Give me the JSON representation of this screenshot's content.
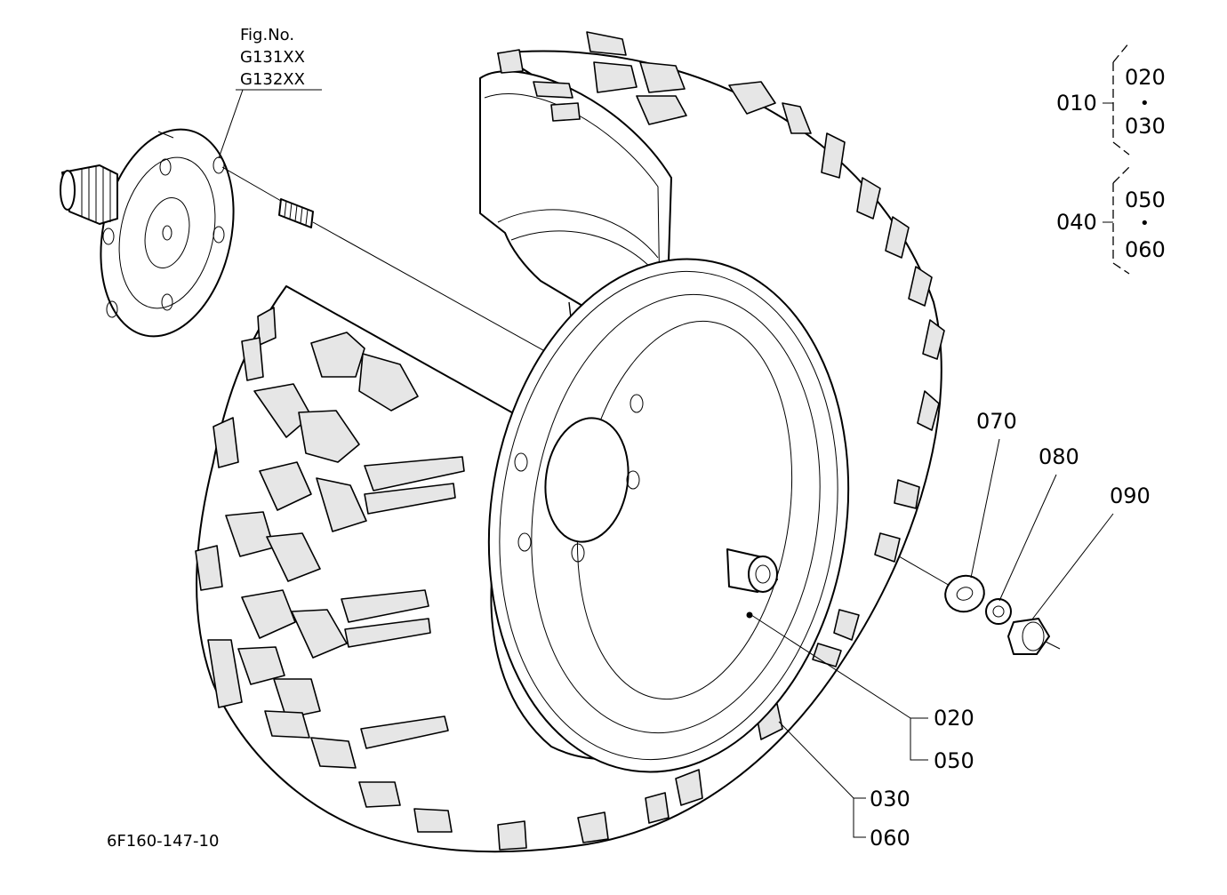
{
  "figure": {
    "fig_no_label": "Fig.No.",
    "fig_codes": [
      "G131XX",
      "G132XX"
    ],
    "drawing_code": "6F160-147-10"
  },
  "assembly_groups": [
    {
      "ref": "010",
      "parts": [
        "020",
        "030"
      ],
      "separator": "•"
    },
    {
      "ref": "040",
      "parts": [
        "050",
        "060"
      ],
      "separator": "•"
    }
  ],
  "callouts": {
    "washer": "070",
    "spring_washer": "080",
    "nut": "090",
    "rim_pair": [
      "020",
      "050"
    ],
    "tire_pair": [
      "030",
      "060"
    ]
  }
}
